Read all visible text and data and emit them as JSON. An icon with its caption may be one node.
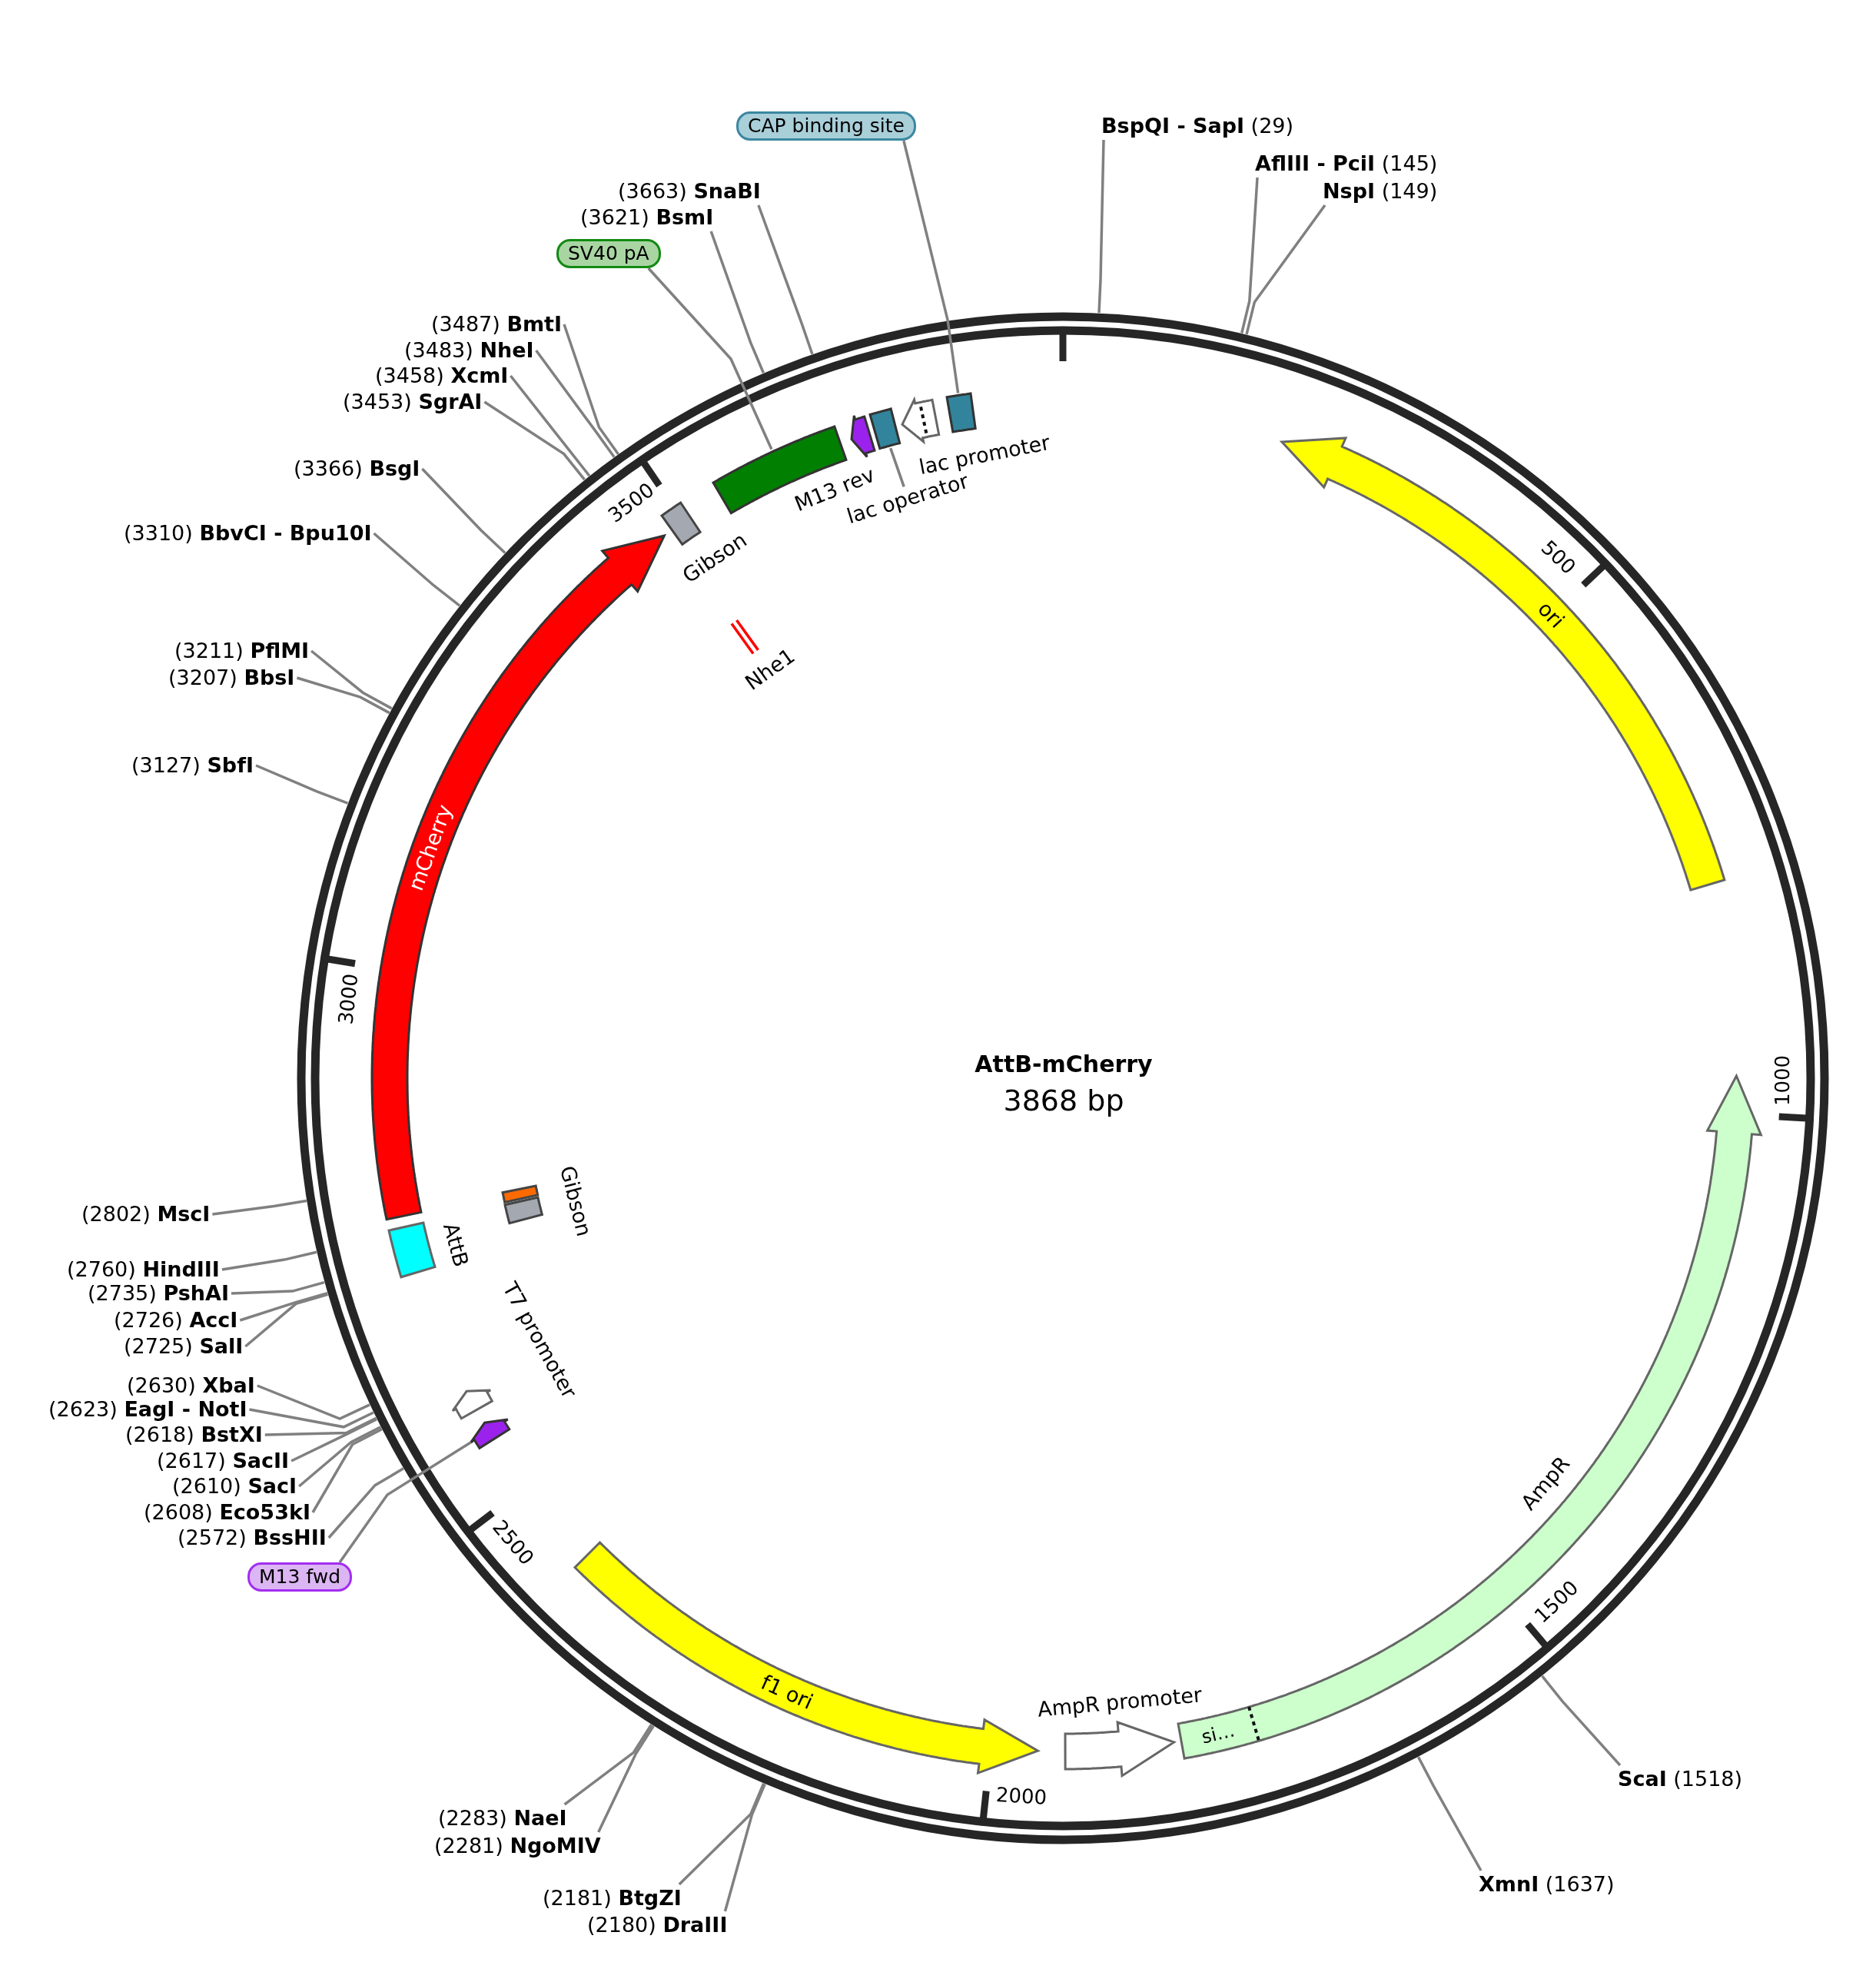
{
  "diagram": {
    "title": "AttB-mCherry",
    "nodes": [
      {
        "text": [
          "**BspQI - SapI** (29)"
        ]
      },
      {
        "text": [
          "**AflIII - PciI** (145)"
        ]
      },
      {
        "text": [
          "**NspI** (149)"
        ]
      },
      {
        "text": [
          "**ScaI** (1518)"
        ]
      },
      {
        "text": [
          "**XmnI** (1637)"
        ]
      },
      {
        "text": [
          "(2180) **DraIII**"
        ]
      },
      {
        "text": [
          "(2181) **BtgZI**"
        ]
      },
      {
        "text": [
          "(2281) **NgoMIV**"
        ]
      },
      {
        "text": [
          "(2283) **NaeI**"
        ]
      },
      {
        "text": [
          "(2572) **BssHII**"
        ]
      },
      {
        "text": [
          "(2608) **Eco53kI**"
        ]
      },
      {
        "text": [
          "(2610) **SacI**"
        ]
      },
      {
        "text": [
          "(2617) **SacII**"
        ]
      },
      {
        "text": [
          "(2618) **BstXI**"
        ]
      },
      {
        "text": [
          "(2623) **EagI - NotI**"
        ]
      },
      {
        "text": [
          "(2630) **XbaI**"
        ]
      },
      {
        "text": [
          "(2725) **SalI**"
        ]
      },
      {
        "text": [
          "(2726) **AccI**"
        ]
      },
      {
        "text": [
          "(2735) **PshAI**"
        ]
      },
      {
        "text": [
          "(2760) **HindIII**"
        ]
      },
      {
        "text": [
          "(2802) **MscI**"
        ]
      },
      {
        "text": [
          "(3127) **SbfI**"
        ]
      },
      {
        "text": [
          "(3207) **BbsI**"
        ]
      },
      {
        "text": [
          "(3211) **PflMI**"
        ]
      },
      {
        "text": [
          "(3310) **BbvCI - Bpu10I**"
        ]
      },
      {
        "text": [
          "(3366) **BsgI**"
        ]
      },
      {
        "text": [
          "(3453) **SgrAI**"
        ]
      },
      {
        "text": [
          "(3458) **XcmI**"
        ]
      },
      {
        "text": [
          "(3483) **NheI**"
        ]
      },
      {
        "text": [
          "(3487) **BmtI**"
        ]
      },
      {
        "text": [
          "(3621) **BsmI**"
        ]
      },
      {
        "text": [
          "(3663) **SnaBI**"
        ]
      },
      {
        "text": [
          "CAP binding site"
        ]
      },
      {
        "text": [
          "SV40 pA"
        ]
      },
      {
        "text": [
          "M13 fwd"
        ]
      },
      {
        "text": [],
        "shape": "box"
      },
      {
        "text": [
          "lac promoter"
        ]
      },
      {
        "text": [],
        "shape": "box"
      },
      {
        "text": [
          "lac operator"
        ]
      },
      {
        "text": [
          "M13 rev"
        ]
      },
      {
        "text": [],
        "shape": "box"
      },
      {
        "text": [
          "Nhe1"
        ]
      },
      {
        "text": [
          "Gibson"
        ]
      },
      {
        "text": [
          "mCherry"
        ]
      },
      {
        "text": [],
        "shape": "box"
      },
      {
        "text": [
          "Gibson"
        ]
      },
      {
        "text": [
          "AttB"
        ]
      },
      {
        "text": [
          "T7 promoter"
        ]
      },
      {
        "text": [],
        "shape": "arrow"
      },
      {
        "text": [
          "f1 ori"
        ]
      },
      {
        "text": [
          "AmpR promoter"
        ]
      },
      {
        "text": [
          "AmpR"
        ]
      },
      {
        "text": [
          "si…"
        ],
        "in": 51
      },
      {
        "text": [
          "ori"
        ]
      }
    ],
    "edges": [
      {
        "from": 0,
        "to": null,
        "arrow": "none"
      },
      {
        "from": 1,
        "to": null,
        "arrow": "none"
      },
      {
        "from": 2,
        "to": null,
        "arrow": "none"
      },
      {
        "from": 3,
        "to": null,
        "arrow": "none"
      },
      {
        "from": 4,
        "to": null,
        "arrow": "none"
      },
      {
        "from": 5,
        "to": null,
        "arrow": "none"
      },
      {
        "from": 6,
        "to": null,
        "arrow": "none"
      },
      {
        "from": 7,
        "to": null,
        "arrow": "none"
      },
      {
        "from": 8,
        "to": null,
        "arrow": "none"
      },
      {
        "from": 9,
        "to": null,
        "arrow": "none"
      },
      {
        "from": 10,
        "to": null,
        "arrow": "none"
      },
      {
        "from": 11,
        "to": null,
        "arrow": "none"
      },
      {
        "from": 12,
        "to": null,
        "arrow": "none"
      },
      {
        "from": 13,
        "to": null,
        "arrow": "none"
      },
      {
        "from": 14,
        "to": null,
        "arrow": "none"
      },
      {
        "from": 15,
        "to": null,
        "arrow": "none"
      },
      {
        "from": 16,
        "to": null,
        "arrow": "none"
      },
      {
        "from": 17,
        "to": null,
        "arrow": "none"
      },
      {
        "from": 18,
        "to": null,
        "arrow": "none"
      },
      {
        "from": 19,
        "to": null,
        "arrow": "none"
      },
      {
        "from": 20,
        "to": null,
        "arrow": "none"
      },
      {
        "from": 21,
        "to": null,
        "arrow": "none"
      },
      {
        "from": 22,
        "to": null,
        "arrow": "none"
      },
      {
        "from": 23,
        "to": null,
        "arrow": "none"
      },
      {
        "from": 24,
        "to": null,
        "arrow": "none"
      },
      {
        "from": 25,
        "to": null,
        "arrow": "none"
      },
      {
        "from": 26,
        "to": null,
        "arrow": "none"
      },
      {
        "from": 27,
        "to": null,
        "arrow": "none"
      },
      {
        "from": 28,
        "to": null,
        "arrow": "none"
      },
      {
        "from": 29,
        "to": null,
        "arrow": "none"
      },
      {
        "from": 30,
        "to": null,
        "arrow": "none"
      },
      {
        "from": 31,
        "to": null,
        "arrow": "none"
      },
      {
        "from": 32,
        "to": 35,
        "arrow": "none"
      },
      {
        "from": 33,
        "to": 40,
        "arrow": "none"
      },
      {
        "from": 34,
        "to": 48,
        "arrow": "none"
      },
      {
        "from": 38,
        "to": 37,
        "arrow": "none"
      }
    ],
    "labels": [
      "3868 bp",
      "500",
      "1000",
      "1500",
      "2000",
      "2500",
      "3000",
      "3500"
    ]
  }
}
